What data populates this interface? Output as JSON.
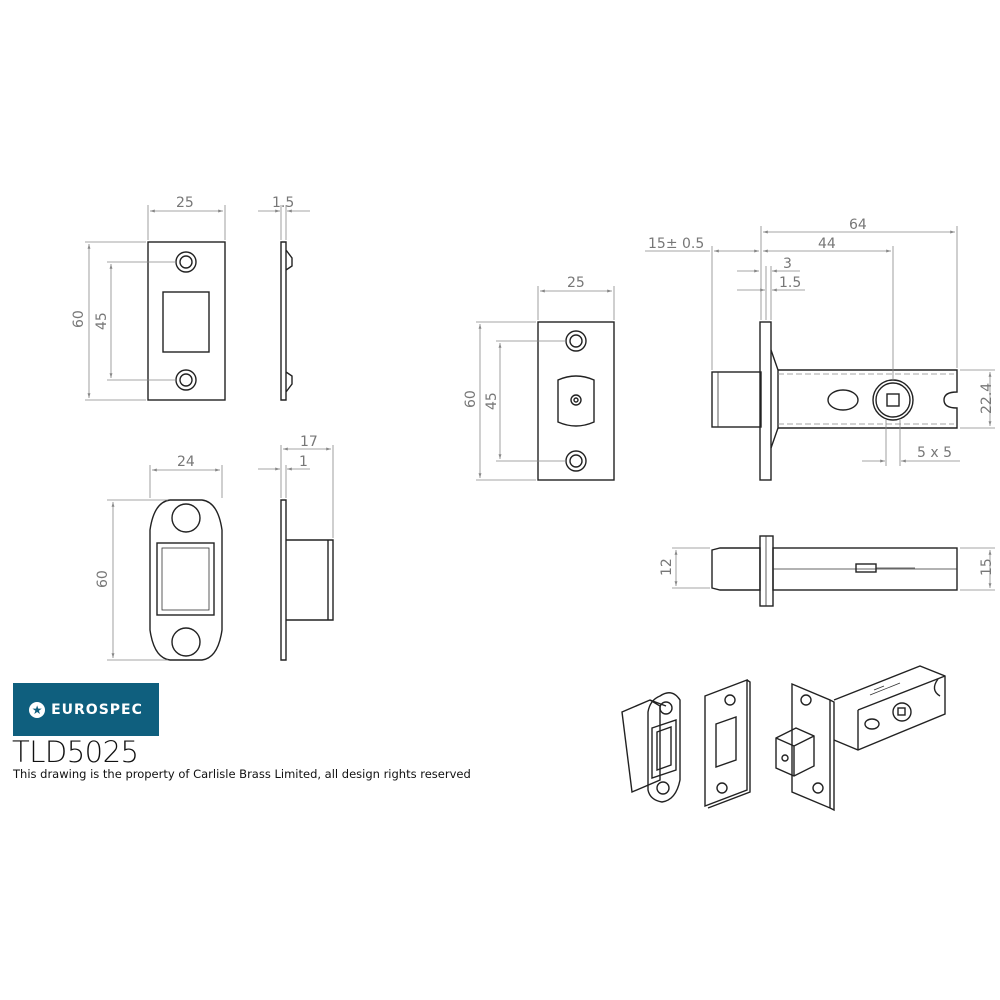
{
  "brand": {
    "name": "EUROSPEC",
    "color": "#0f5f7e",
    "icon": "star-circle-icon"
  },
  "product_code": "TLD5025",
  "copyright_note": "This drawing is the property of Carlisle Brass Limited, all design rights reserved",
  "dimensions": {
    "strike_plate": {
      "width": "25",
      "height": "60",
      "hole_centres": "45",
      "thickness": "1.5"
    },
    "box_keep": {
      "width": "24",
      "height": "60",
      "depth": "17",
      "plate_thickness": "1"
    },
    "forend": {
      "width": "25",
      "height": "60",
      "hole_centres": "45"
    },
    "latch": {
      "overall": "64",
      "projection": "15± 0.5",
      "backset": "44",
      "forend_offset": "3",
      "forend_thickness": "1.5",
      "case_height": "22.4",
      "spindle": "5 x 5",
      "bolt_height": "12",
      "case_width": "15"
    }
  }
}
